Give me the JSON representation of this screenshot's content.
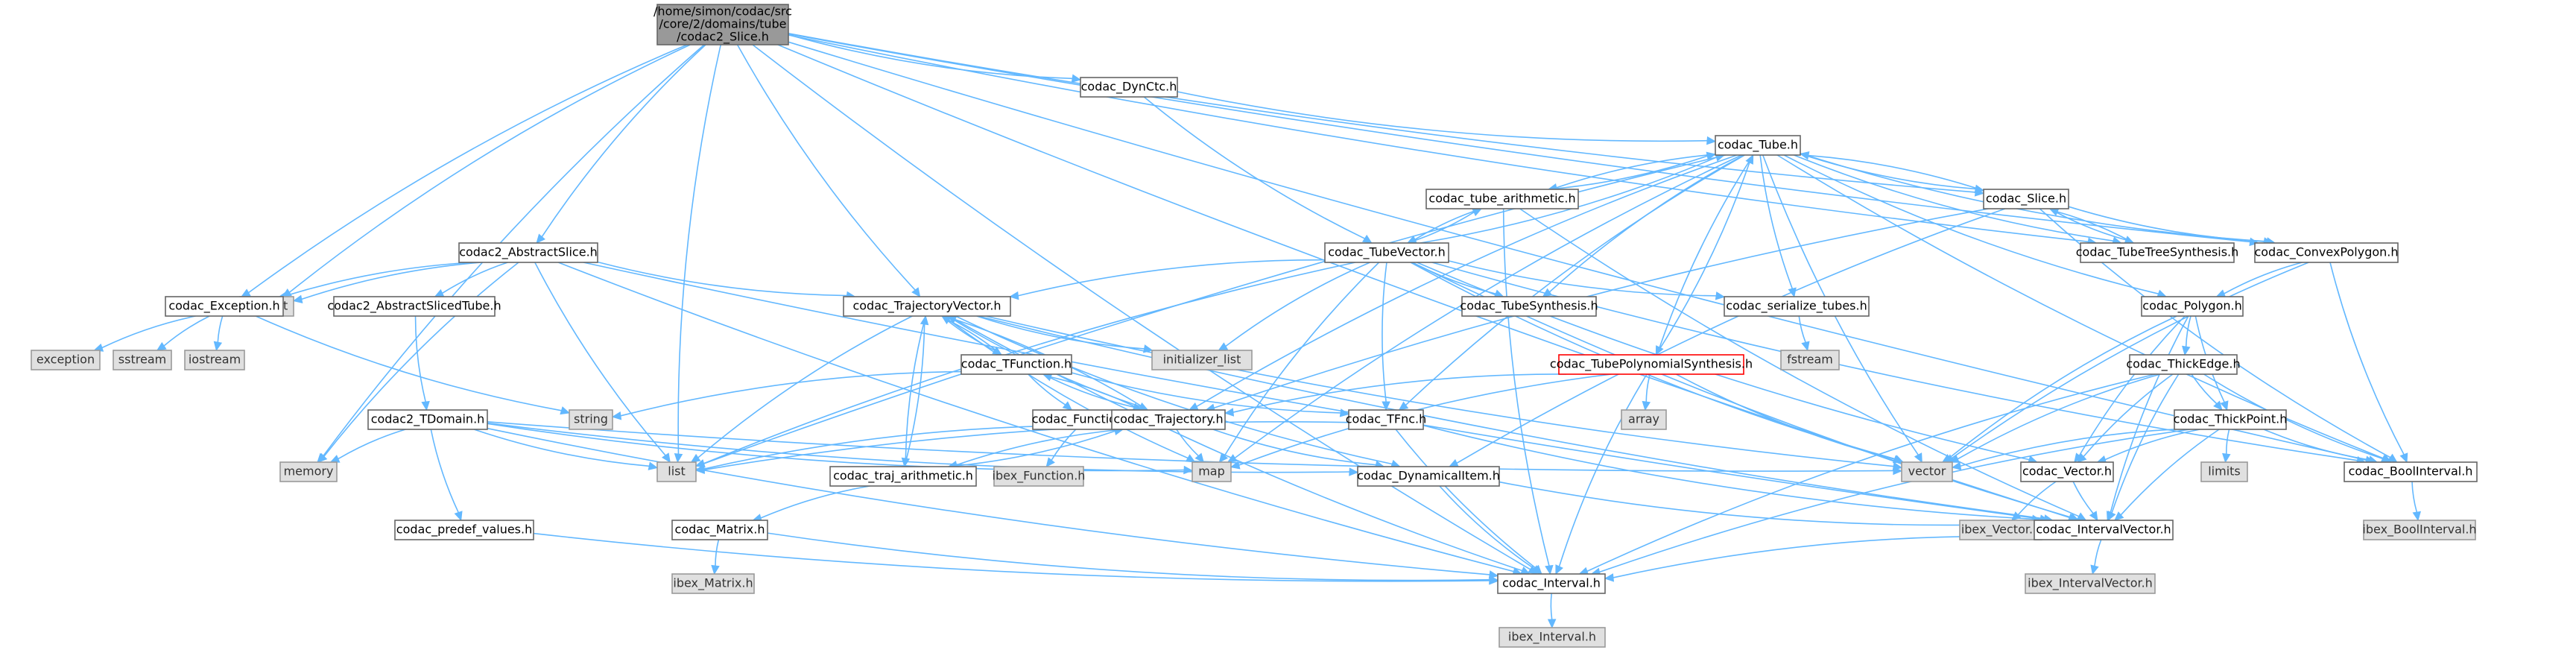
{
  "graph": {
    "root": "codac2_Slice",
    "nodes": [
      {
        "id": "codac2_Slice",
        "lines": [
          "/home/simon/codac/src",
          "/core/2/domains/tube",
          "/codac2_Slice.h"
        ],
        "kind": "root"
      },
      {
        "id": "memory",
        "lines": [
          "memory"
        ],
        "kind": "external"
      },
      {
        "id": "variant",
        "lines": [
          "variant"
        ],
        "kind": "external"
      },
      {
        "id": "codac_Exception",
        "lines": [
          "codac_Exception.h"
        ],
        "kind": "default"
      },
      {
        "id": "list",
        "lines": [
          "list"
        ],
        "kind": "external"
      },
      {
        "id": "codac2_AbstractSlice",
        "lines": [
          "codac2_AbstractSlice.h"
        ],
        "kind": "default"
      },
      {
        "id": "codac_TrajectoryVector",
        "lines": [
          "codac_TrajectoryVector.h"
        ],
        "kind": "default"
      },
      {
        "id": "codac_DynCtc",
        "lines": [
          "codac_DynCtc.h"
        ],
        "kind": "default"
      },
      {
        "id": "codac_Tube",
        "lines": [
          "codac_Tube.h"
        ],
        "kind": "default"
      },
      {
        "id": "codac_tube_arithmetic",
        "lines": [
          "codac_tube_arithmetic.h"
        ],
        "kind": "default"
      },
      {
        "id": "codac_Slice",
        "lines": [
          "codac_Slice.h"
        ],
        "kind": "default"
      },
      {
        "id": "codac_TubeVector",
        "lines": [
          "codac_TubeVector.h"
        ],
        "kind": "default"
      },
      {
        "id": "codac_TubeTreeSynthesis",
        "lines": [
          "codac_TubeTreeSynthesis.h"
        ],
        "kind": "default"
      },
      {
        "id": "codac_ConvexPolygon",
        "lines": [
          "codac_ConvexPolygon.h"
        ],
        "kind": "default"
      },
      {
        "id": "exception",
        "lines": [
          "exception"
        ],
        "kind": "external"
      },
      {
        "id": "sstream",
        "lines": [
          "sstream"
        ],
        "kind": "external"
      },
      {
        "id": "iostream",
        "lines": [
          "iostream"
        ],
        "kind": "external"
      },
      {
        "id": "codac2_AbstractSlicedTube",
        "lines": [
          "codac2_AbstractSlicedTube.h"
        ],
        "kind": "default"
      },
      {
        "id": "initializer_list",
        "lines": [
          "initializer_list"
        ],
        "kind": "external"
      },
      {
        "id": "codac_TubeSynthesis",
        "lines": [
          "codac_TubeSynthesis.h"
        ],
        "kind": "default"
      },
      {
        "id": "codac_serialize_tubes",
        "lines": [
          "codac_serialize_tubes.h"
        ],
        "kind": "default"
      },
      {
        "id": "codac_Polygon",
        "lines": [
          "codac_Polygon.h"
        ],
        "kind": "default"
      },
      {
        "id": "codac2_TDomain",
        "lines": [
          "codac2_TDomain.h"
        ],
        "kind": "default"
      },
      {
        "id": "string",
        "lines": [
          "string"
        ],
        "kind": "external"
      },
      {
        "id": "codac_TFunction",
        "lines": [
          "codac_TFunction.h"
        ],
        "kind": "default"
      },
      {
        "id": "fstream",
        "lines": [
          "fstream"
        ],
        "kind": "external"
      },
      {
        "id": "codac_TubePolynomialSynthesis",
        "lines": [
          "codac_TubePolynomialSynthesis.h"
        ],
        "kind": "highlight"
      },
      {
        "id": "codac_ThickEdge",
        "lines": [
          "codac_ThickEdge.h"
        ],
        "kind": "default"
      },
      {
        "id": "codac_Function",
        "lines": [
          "codac_Function.h"
        ],
        "kind": "default"
      },
      {
        "id": "codac_Trajectory",
        "lines": [
          "codac_Trajectory.h"
        ],
        "kind": "default"
      },
      {
        "id": "codac_TFnc",
        "lines": [
          "codac_TFnc.h"
        ],
        "kind": "default"
      },
      {
        "id": "array",
        "lines": [
          "array"
        ],
        "kind": "external"
      },
      {
        "id": "codac_ThickPoint",
        "lines": [
          "codac_ThickPoint.h"
        ],
        "kind": "default"
      },
      {
        "id": "map",
        "lines": [
          "map"
        ],
        "kind": "external"
      },
      {
        "id": "codac_traj_arithmetic",
        "lines": [
          "codac_traj_arithmetic.h"
        ],
        "kind": "default"
      },
      {
        "id": "ibex_Function",
        "lines": [
          "ibex_Function.h"
        ],
        "kind": "external"
      },
      {
        "id": "codac_DynamicalItem",
        "lines": [
          "codac_DynamicalItem.h"
        ],
        "kind": "default"
      },
      {
        "id": "vector",
        "lines": [
          "vector"
        ],
        "kind": "external"
      },
      {
        "id": "limits",
        "lines": [
          "limits"
        ],
        "kind": "external"
      },
      {
        "id": "codac_Vector",
        "lines": [
          "codac_Vector.h"
        ],
        "kind": "default"
      },
      {
        "id": "codac_BoolInterval",
        "lines": [
          "codac_BoolInterval.h"
        ],
        "kind": "default"
      },
      {
        "id": "codac_predef_values",
        "lines": [
          "codac_predef_values.h"
        ],
        "kind": "default"
      },
      {
        "id": "codac_Matrix",
        "lines": [
          "codac_Matrix.h"
        ],
        "kind": "default"
      },
      {
        "id": "ibex_Vector",
        "lines": [
          "ibex_Vector.h"
        ],
        "kind": "external"
      },
      {
        "id": "codac_IntervalVector",
        "lines": [
          "codac_IntervalVector.h"
        ],
        "kind": "default"
      },
      {
        "id": "ibex_BoolInterval",
        "lines": [
          "ibex_BoolInterval.h"
        ],
        "kind": "external"
      },
      {
        "id": "ibex_Matrix",
        "lines": [
          "ibex_Matrix.h"
        ],
        "kind": "external"
      },
      {
        "id": "codac_Interval",
        "lines": [
          "codac_Interval.h"
        ],
        "kind": "default"
      },
      {
        "id": "ibex_IntervalVector",
        "lines": [
          "ibex_IntervalVector.h"
        ],
        "kind": "external"
      },
      {
        "id": "ibex_Interval",
        "lines": [
          "ibex_Interval.h"
        ],
        "kind": "external"
      }
    ],
    "edges": [
      [
        "codac2_Slice",
        "memory"
      ],
      [
        "codac2_Slice",
        "variant"
      ],
      [
        "codac2_Slice",
        "codac_Exception"
      ],
      [
        "codac2_Slice",
        "list"
      ],
      [
        "codac2_Slice",
        "codac2_AbstractSlice"
      ],
      [
        "codac2_Slice",
        "codac_TrajectoryVector"
      ],
      [
        "codac2_Slice",
        "codac_DynCtc"
      ],
      [
        "codac2_Slice",
        "codac_Slice"
      ],
      [
        "codac2_Slice",
        "codac_TubeTreeSynthesis"
      ],
      [
        "codac2_Slice",
        "codac_BoolInterval"
      ],
      [
        "codac2_Slice",
        "codac_IntervalVector"
      ],
      [
        "codac2_Slice",
        "codac_Interval"
      ],
      [
        "codac2_Slice",
        "codac_ConvexPolygon"
      ],
      [
        "codac_DynCtc",
        "codac_Tube"
      ],
      [
        "codac_DynCtc",
        "codac_TubeVector"
      ],
      [
        "codac2_AbstractSlice",
        "variant"
      ],
      [
        "codac2_AbstractSlice",
        "codac_Exception"
      ],
      [
        "codac2_AbstractSlice",
        "codac2_AbstractSlicedTube"
      ],
      [
        "codac2_AbstractSlice",
        "memory"
      ],
      [
        "codac2_AbstractSlice",
        "list"
      ],
      [
        "codac2_AbstractSlice",
        "codac_TrajectoryVector"
      ],
      [
        "codac2_AbstractSlice",
        "codac_IntervalVector"
      ],
      [
        "codac2_AbstractSlice",
        "codac_Interval"
      ],
      [
        "codac_Exception",
        "exception"
      ],
      [
        "codac_Exception",
        "sstream"
      ],
      [
        "codac_Exception",
        "iostream"
      ],
      [
        "codac_Exception",
        "string"
      ],
      [
        "codac2_AbstractSlicedTube",
        "codac2_TDomain"
      ],
      [
        "codac2_TDomain",
        "memory"
      ],
      [
        "codac2_TDomain",
        "list"
      ],
      [
        "codac2_TDomain",
        "codac_predef_values"
      ],
      [
        "codac2_TDomain",
        "codac_Interval"
      ],
      [
        "codac2_TDomain",
        "codac_DynamicalItem"
      ],
      [
        "codac2_TDomain",
        "map"
      ],
      [
        "codac2_TDomain",
        "vector"
      ],
      [
        "codac_predef_values",
        "codac_Interval"
      ],
      [
        "codac_Tube",
        "codac_tube_arithmetic"
      ],
      [
        "codac_Tube",
        "codac_Slice"
      ],
      [
        "codac_Tube",
        "codac_TubeSynthesis"
      ],
      [
        "codac_Tube",
        "codac_serialize_tubes"
      ],
      [
        "codac_Tube",
        "codac_TubePolynomialSynthesis"
      ],
      [
        "codac_Tube",
        "codac_TFnc"
      ],
      [
        "codac_Tube",
        "codac_Trajectory"
      ],
      [
        "codac_Tube",
        "vector"
      ],
      [
        "codac_Tube",
        "list"
      ],
      [
        "codac_Tube",
        "map"
      ],
      [
        "codac_Tube",
        "codac_ConvexPolygon"
      ],
      [
        "codac_Tube",
        "codac_Polygon"
      ],
      [
        "codac_Tube",
        "codac_BoolInterval"
      ],
      [
        "codac_Tube",
        "codac_TubeTreeSynthesis"
      ],
      [
        "codac_tube_arithmetic",
        "codac_Tube"
      ],
      [
        "codac_tube_arithmetic",
        "codac_TubeVector"
      ],
      [
        "codac_tube_arithmetic",
        "codac_Interval"
      ],
      [
        "codac_tube_arithmetic",
        "codac_IntervalVector"
      ],
      [
        "codac_TubeVector",
        "codac_Tube"
      ],
      [
        "codac_TubeVector",
        "codac_tube_arithmetic"
      ],
      [
        "codac_TubeVector",
        "codac_TrajectoryVector"
      ],
      [
        "codac_TubeVector",
        "initializer_list"
      ],
      [
        "codac_TubeVector",
        "codac_TubeSynthesis"
      ],
      [
        "codac_TubeVector",
        "codac_serialize_tubes"
      ],
      [
        "codac_TubeVector",
        "codac_TFnc"
      ],
      [
        "codac_TubeVector",
        "map"
      ],
      [
        "codac_TubeVector",
        "list"
      ],
      [
        "codac_TubeVector",
        "vector"
      ],
      [
        "codac_TubeVector",
        "codac_Vector"
      ],
      [
        "codac_TubeVector",
        "codac_IntervalVector"
      ],
      [
        "codac_TubeVector",
        "codac_BoolInterval"
      ],
      [
        "codac_Slice",
        "codac_Tube"
      ],
      [
        "codac_Slice",
        "codac_TubeTreeSynthesis"
      ],
      [
        "codac_Slice",
        "codac_ConvexPolygon"
      ],
      [
        "codac_Slice",
        "codac_Trajectory"
      ],
      [
        "codac_Slice",
        "codac_DynamicalItem"
      ],
      [
        "codac_Slice",
        "codac_BoolInterval"
      ],
      [
        "codac_TubeTreeSynthesis",
        "codac_Slice"
      ],
      [
        "codac_ConvexPolygon",
        "codac_Polygon"
      ],
      [
        "codac_ConvexPolygon",
        "vector"
      ],
      [
        "codac_ConvexPolygon",
        "codac_BoolInterval"
      ],
      [
        "codac_Polygon",
        "codac_ThickEdge"
      ],
      [
        "codac_Polygon",
        "codac_ThickPoint"
      ],
      [
        "codac_Polygon",
        "vector"
      ],
      [
        "codac_Polygon",
        "codac_Vector"
      ],
      [
        "codac_Polygon",
        "codac_IntervalVector"
      ],
      [
        "codac_ThickEdge",
        "codac_ThickPoint"
      ],
      [
        "codac_ThickEdge",
        "codac_Vector"
      ],
      [
        "codac_ThickEdge",
        "vector"
      ],
      [
        "codac_ThickEdge",
        "codac_IntervalVector"
      ],
      [
        "codac_ThickEdge",
        "codac_BoolInterval"
      ],
      [
        "codac_ThickEdge",
        "codac_Interval"
      ],
      [
        "codac_ThickPoint",
        "limits"
      ],
      [
        "codac_ThickPoint",
        "codac_Vector"
      ],
      [
        "codac_ThickPoint",
        "vector"
      ],
      [
        "codac_ThickPoint",
        "codac_IntervalVector"
      ],
      [
        "codac_ThickPoint",
        "codac_BoolInterval"
      ],
      [
        "codac_ThickPoint",
        "codac_Interval"
      ],
      [
        "codac_serialize_tubes",
        "fstream"
      ],
      [
        "codac_TubePolynomialSynthesis",
        "codac_Tube"
      ],
      [
        "codac_TubePolynomialSynthesis",
        "array"
      ],
      [
        "codac_TubePolynomialSynthesis",
        "codac_Trajectory"
      ],
      [
        "codac_TubePolynomialSynthesis",
        "codac_Interval"
      ],
      [
        "codac_TubePolynomialSynthesis",
        "vector"
      ],
      [
        "codac_TubePolynomialSynthesis",
        "map"
      ],
      [
        "codac_TrajectoryVector",
        "codac_TFunction"
      ],
      [
        "codac_TrajectoryVector",
        "codac_Trajectory"
      ],
      [
        "codac_TrajectoryVector",
        "codac_traj_arithmetic"
      ],
      [
        "codac_TrajectoryVector",
        "list"
      ],
      [
        "codac_TrajectoryVector",
        "map"
      ],
      [
        "codac_TrajectoryVector",
        "initializer_list"
      ],
      [
        "codac_TrajectoryVector",
        "codac_Interval"
      ],
      [
        "codac_TrajectoryVector",
        "codac_IntervalVector"
      ],
      [
        "codac_TrajectoryVector",
        "vector"
      ],
      [
        "codac_TrajectoryVector",
        "codac_DynamicalItem"
      ],
      [
        "codac_TFunction",
        "codac_TrajectoryVector"
      ],
      [
        "codac_TFunction",
        "codac_Trajectory"
      ],
      [
        "codac_TFunction",
        "codac_Function"
      ],
      [
        "codac_TFunction",
        "codac_TFnc"
      ],
      [
        "codac_TFunction",
        "string"
      ],
      [
        "codac_Function",
        "ibex_Function"
      ],
      [
        "codac_Function",
        "codac_Trajectory"
      ],
      [
        "codac_Trajectory",
        "codac_TFunction"
      ],
      [
        "codac_Trajectory",
        "codac_TrajectoryVector"
      ],
      [
        "codac_Trajectory",
        "map"
      ],
      [
        "codac_Trajectory",
        "list"
      ],
      [
        "codac_Trajectory",
        "codac_traj_arithmetic"
      ],
      [
        "codac_Trajectory",
        "codac_DynamicalItem"
      ],
      [
        "codac_traj_arithmetic",
        "codac_Trajectory"
      ],
      [
        "codac_traj_arithmetic",
        "codac_TrajectoryVector"
      ],
      [
        "codac_traj_arithmetic",
        "codac_Matrix"
      ],
      [
        "codac_Matrix",
        "ibex_Matrix"
      ],
      [
        "codac_Matrix",
        "codac_Interval"
      ],
      [
        "codac_TFnc",
        "codac_Interval"
      ],
      [
        "codac_TFnc",
        "codac_IntervalVector"
      ],
      [
        "codac_TFnc",
        "list"
      ],
      [
        "codac_DynamicalItem",
        "codac_Interval"
      ],
      [
        "codac_DynamicalItem",
        "codac_IntervalVector"
      ],
      [
        "codac_Vector",
        "ibex_Vector"
      ],
      [
        "codac_Vector",
        "codac_IntervalVector"
      ],
      [
        "codac_BoolInterval",
        "ibex_BoolInterval"
      ],
      [
        "codac_IntervalVector",
        "ibex_IntervalVector"
      ],
      [
        "codac_IntervalVector",
        "codac_Interval"
      ],
      [
        "codac_Interval",
        "ibex_Interval"
      ]
    ]
  }
}
